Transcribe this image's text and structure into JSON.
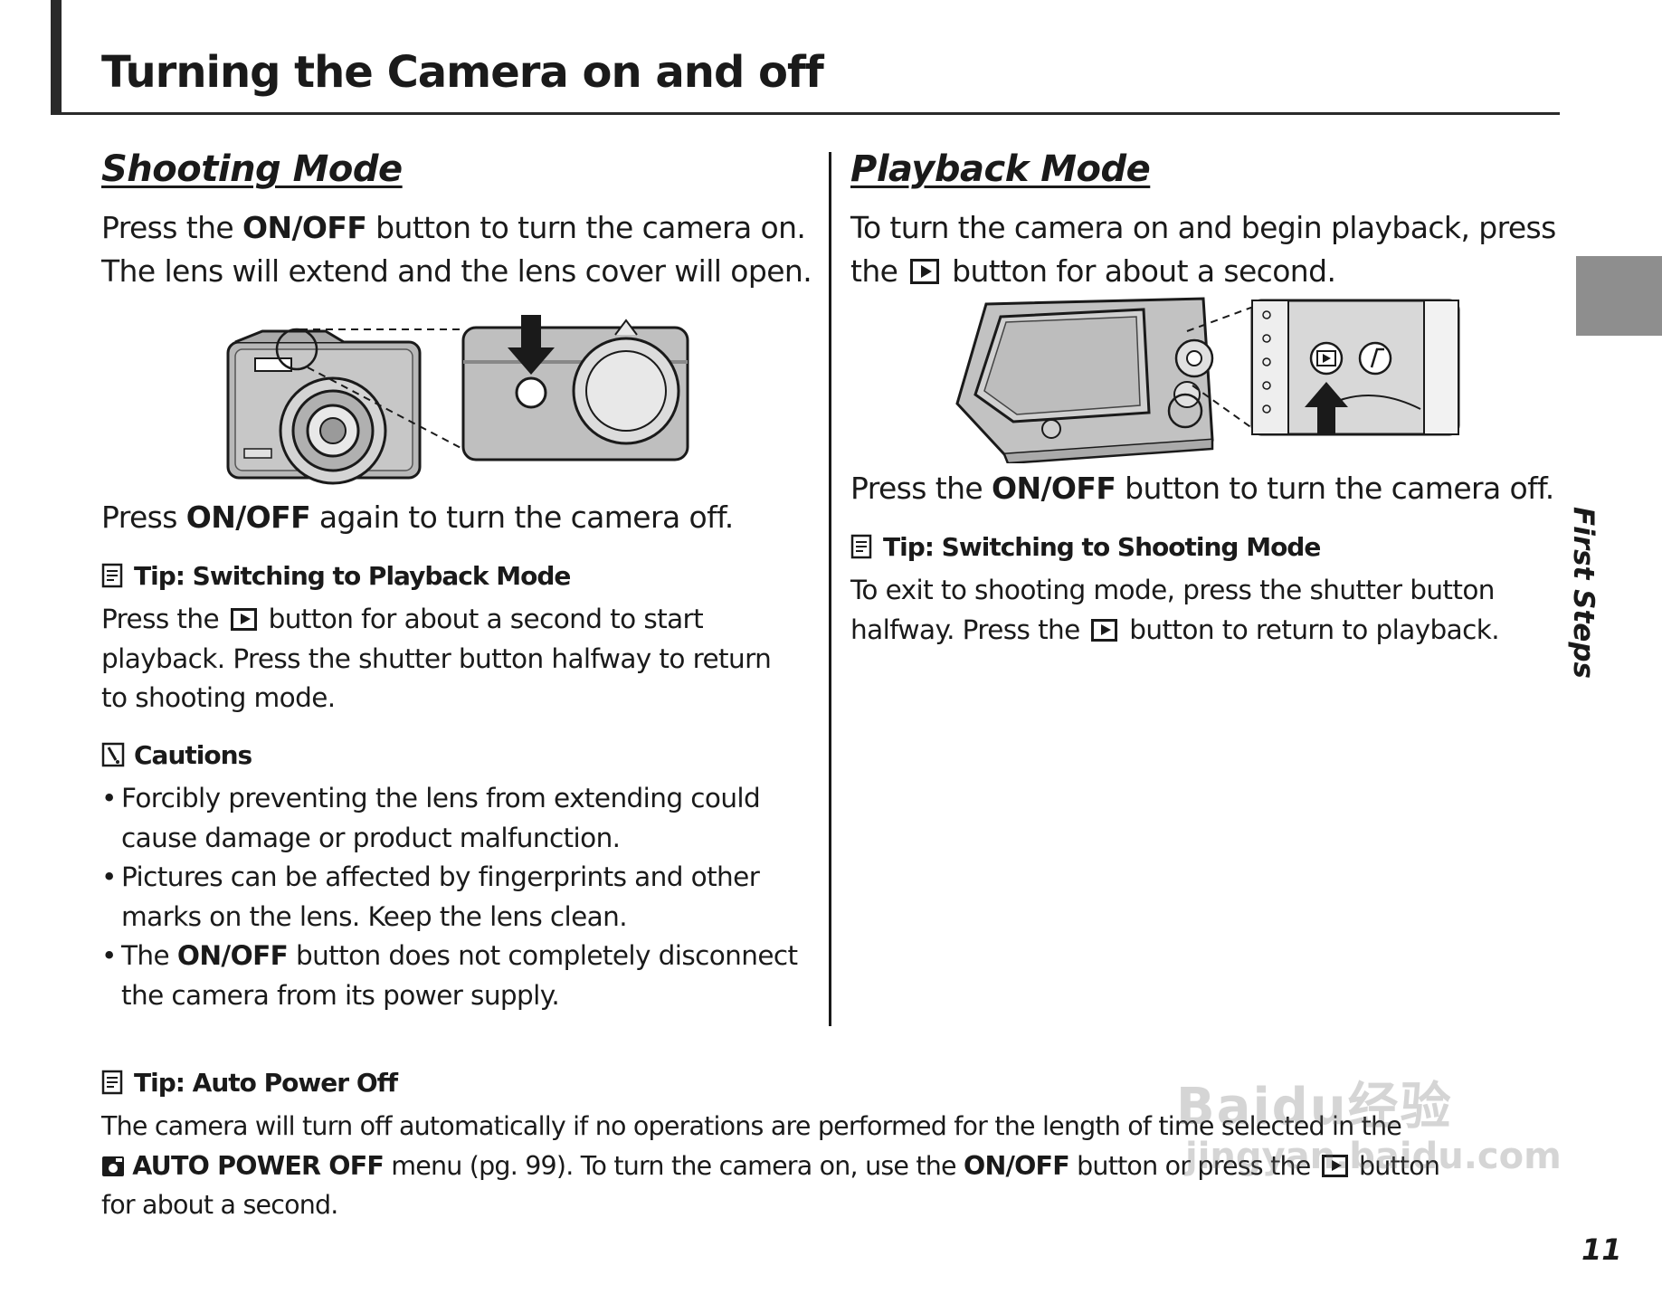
{
  "page": {
    "title": "Turning the Camera on and off",
    "section_tab": "First Steps",
    "page_number": "11"
  },
  "shooting": {
    "heading": "Shooting Mode",
    "intro": {
      "pre": "Press the ",
      "key": "ON/OFF",
      "post1": " button to turn the camera on.",
      "line2": "The lens will extend and the lens cover will open."
    },
    "off": {
      "pre": "Press ",
      "key": "ON/OFF",
      "post": " again to turn the camera off."
    },
    "tip": {
      "title": "Tip: Switching to Playback Mode",
      "pre": "Press the ",
      "post": " button for about a second to start playback.  Press the shutter button halfway to return to shooting mode."
    },
    "cautions": {
      "title": "Cautions",
      "items": [
        "Forcibly preventing the lens from extending could cause damage or product malfunction.",
        "Pictures can be affected by fingerprints and other marks on the lens.  Keep the lens clean."
      ],
      "item3": {
        "pre": "The ",
        "key": "ON/OFF",
        "post": " button does not completely disconnect the camera from its power supply."
      }
    }
  },
  "playback": {
    "heading": "Playback Mode",
    "intro": {
      "line1": "To turn the camera on and begin playback, press",
      "pre2": "the ",
      "post2": " button for about a second."
    },
    "off": {
      "pre": "Press the ",
      "key": "ON/OFF",
      "post": " button to turn the camera off."
    },
    "tip": {
      "title": "Tip: Switching to Shooting Mode",
      "line1": "To exit to shooting mode, press the shutter button",
      "pre2": "halfway.  Press the ",
      "post2": " button to return to playback."
    }
  },
  "auto_power": {
    "title": "Tip: Auto Power Off",
    "line1": "The camera will turn off automatically if no operations are performed for the length of time selected in the",
    "menu_key": "AUTO POWER OFF",
    "mid": " menu (pg. 99).  To turn the camera on, use the ",
    "key": "ON/OFF",
    "post": " button or press the ",
    "post2": " button",
    "line3": "for about a second."
  },
  "watermark": {
    "line1": "Baidu经验",
    "line2": "jingyan.baidu.com"
  }
}
